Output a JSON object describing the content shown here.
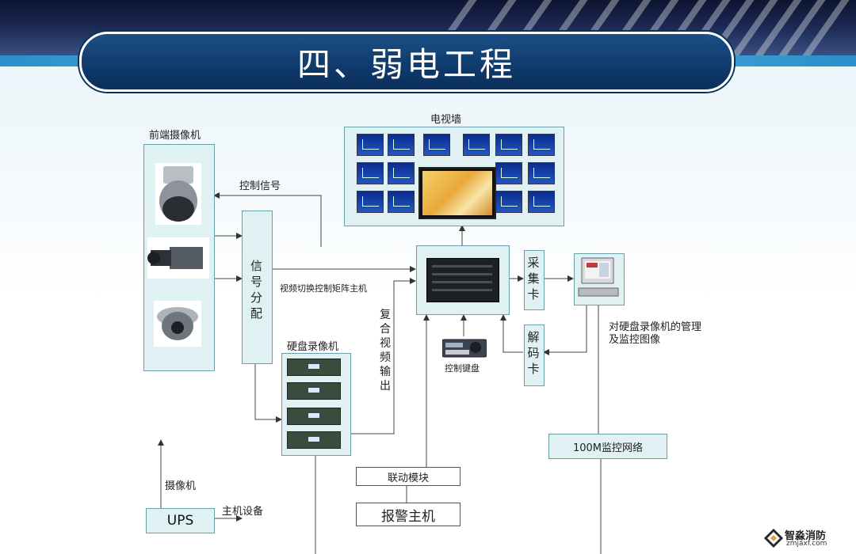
{
  "title": "四、弱电工程",
  "labels": {
    "front_cameras": "前端摄像机",
    "control_signal": "控制信号",
    "signal_dist": [
      "信",
      "号",
      "分",
      "配"
    ],
    "matrix_host": "视频切换控制矩阵主机",
    "tv_wall": "电视墙",
    "capture_card": [
      "采",
      "集",
      "卡"
    ],
    "decode_card": [
      "解",
      "码",
      "卡"
    ],
    "composite_output": [
      "复",
      "合",
      "视",
      "频",
      "输",
      "出"
    ],
    "dvr": "硬盘录像机",
    "control_keyboard": "控制键盘",
    "pc_desc_1": "对硬盘录像机的管理",
    "pc_desc_2": "及监控图像",
    "network": "100M监控网络",
    "linkage_module": "联动模块",
    "alarm_host": "报警主机",
    "camera_label": "摄像机",
    "host_equipment": "主机设备",
    "ups": "UPS"
  },
  "watermark": {
    "brand": "智淼消防",
    "site": "zmjaxf.com"
  },
  "colors": {
    "title_bg": "#0f3a6c",
    "panel_fill": "#dff1f2",
    "panel_border": "#6aa0a8",
    "screen_blue": "#1a43b0"
  }
}
